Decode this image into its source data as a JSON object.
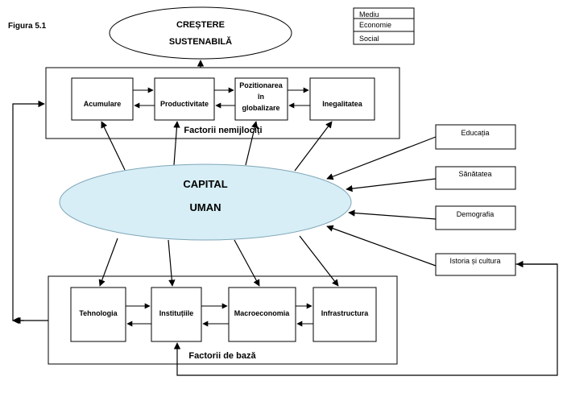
{
  "figure_label": "Figura 5.1",
  "legend": {
    "mediu": "Mediu",
    "economie": "Economie",
    "social": "Social"
  },
  "goal": {
    "line1": "CREȘTERE",
    "line2": "SUSTENABILĂ"
  },
  "center": {
    "line1": "CAPITAL",
    "line2": "UMAN",
    "fill": "#d7eef6",
    "stroke": "#7fa6b8"
  },
  "direct_factors": {
    "caption": "Factorii nemijlociți",
    "acumulare": "Acumulare",
    "productivitate": "Productivitate",
    "pozitionare": [
      "Pozitionarea",
      "în",
      "globalizare"
    ],
    "inegalitatea": "Inegalitatea"
  },
  "base_factors": {
    "caption": "Factorii de bază",
    "tehnologia": "Tehnologia",
    "institutiile": "Instituțiile",
    "macroeconomia": "Macroeconomia",
    "infrastructura": "Infrastructura"
  },
  "external": {
    "educatia": "Educația",
    "sanatatea": "Sănătatea",
    "demografia": "Demografia",
    "istoria": "Istoria și cultura"
  }
}
